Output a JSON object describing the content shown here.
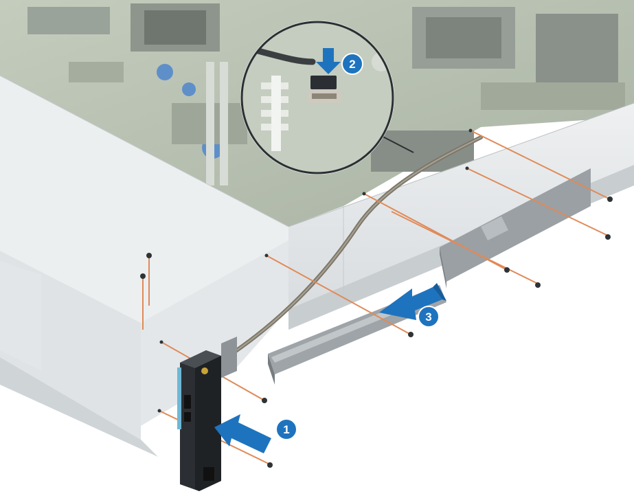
{
  "steps": [
    {
      "number": "1",
      "action": "slide-in"
    },
    {
      "number": "2",
      "action": "press-down"
    },
    {
      "number": "3",
      "action": "slide-left"
    }
  ],
  "icons": {
    "arrow": "blue-arrow-icon",
    "screw": "screw-icon",
    "callout": "magnifier-callout"
  },
  "colors": {
    "arrow_blue": "#1e73be",
    "badge_blue": "#1e73be",
    "guide_orange": "#e08a58",
    "chassis": "#e7eaec",
    "board": "#b9c2b2",
    "module": "#2b2f33"
  }
}
